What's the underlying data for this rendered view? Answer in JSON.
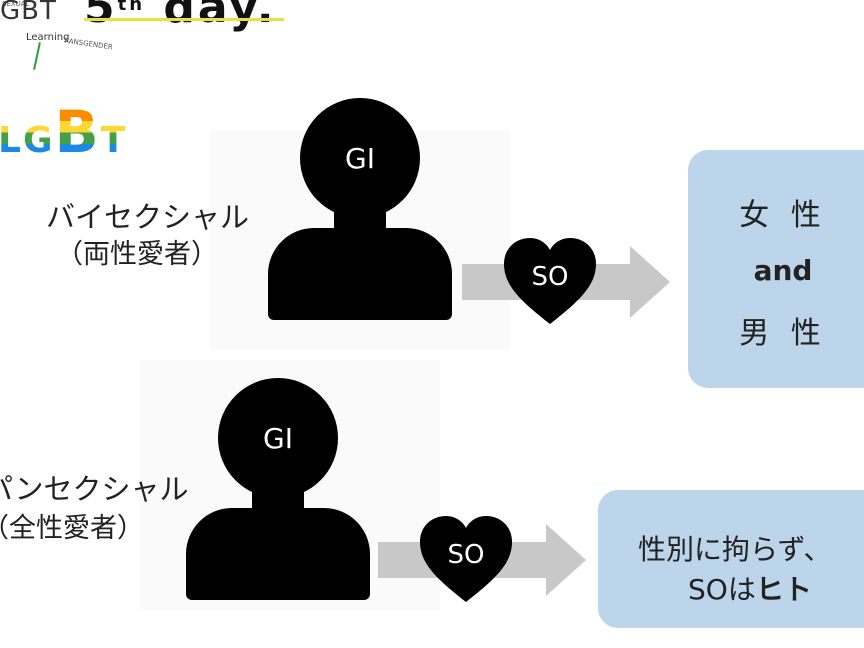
{
  "header": {
    "day_number": "5",
    "day_suffix": "th",
    "day_word": " day."
  },
  "logo": {
    "line_a": "SEXUAL",
    "line_b": "GBT",
    "line_c": "Learning",
    "line_d": "RANSGENDER"
  },
  "lgbt_title": {
    "l": "L",
    "g": "G",
    "b": "B",
    "t": "T"
  },
  "section1": {
    "label": "バイセクシャル",
    "sub_label": "（両性愛者）",
    "gi": "GI",
    "so": "SO",
    "target_line1": "女 性",
    "target_line2": "and",
    "target_line3": "男 性"
  },
  "section2": {
    "label": "パンセクシャル",
    "sub_label": "（全性愛者）",
    "gi": "GI",
    "so": "SO",
    "target_line1": "性別に拘らず、",
    "target_line2_prefix": "SOは",
    "target_line2_bold": "ヒト"
  },
  "colors": {
    "box_fill": "#bcd5ea",
    "arrow_fill": "#c8c8c8",
    "underline": "#e8e33a"
  }
}
